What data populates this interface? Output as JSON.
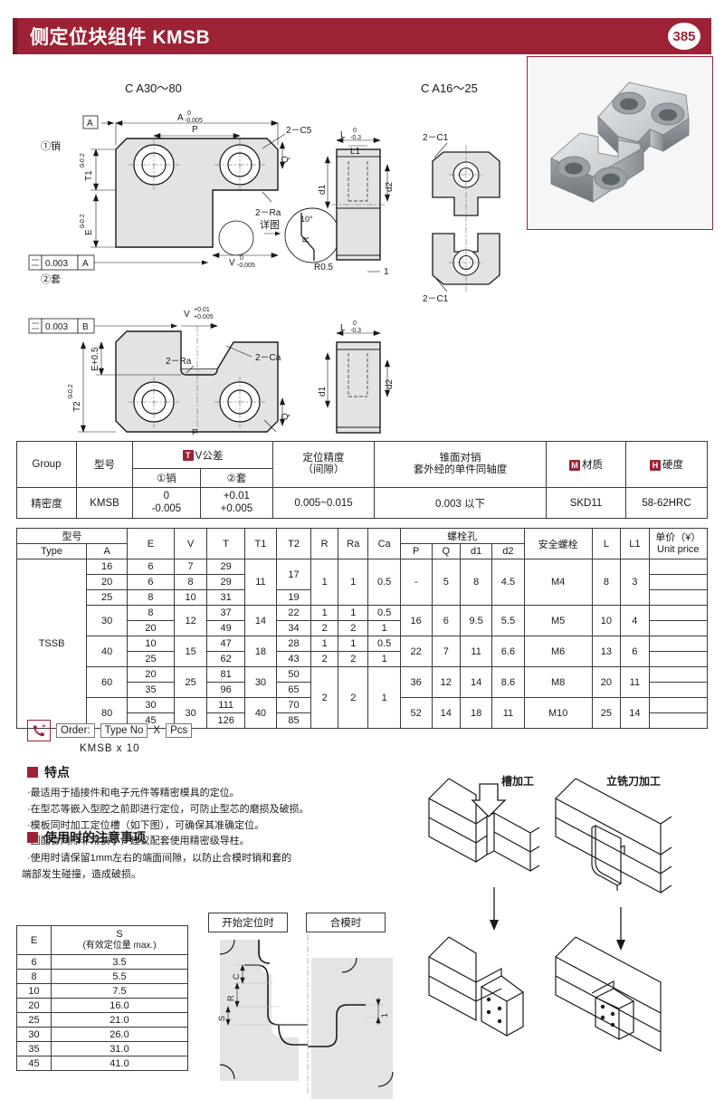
{
  "header": {
    "title": "侧定位块组件 KMSB",
    "page_number": "385"
  },
  "photo": {
    "alt_name": "kmsb-side-locating-block-pair"
  },
  "drawings": {
    "pin_label": "①销",
    "bush_label": "②套",
    "title_large": "C A30～80",
    "title_small": "C A16～25",
    "detail_label": "详图",
    "callouts": {
      "datum_a": "A",
      "datum_b": "B",
      "dim_a": "A",
      "dim_a_tol_top": "0",
      "dim_a_tol_bot": "-0.005",
      "dim_p": "P",
      "dim_t1": "T1",
      "dim_t1_tol_top": "0",
      "dim_t1_tol_bot": "-0.2",
      "dim_t2": "T2",
      "dim_t2_tol_top": "0",
      "dim_t2_tol_bot": "-0.2",
      "dim_e": "E",
      "dim_e_tol_top": "0",
      "dim_e_tol_bot": "-0.2",
      "dim_e_plus": "E+0.5",
      "dim_v_top": "V",
      "dim_v_top_tol_top": "0",
      "dim_v_top_tol_bot": "-0.005",
      "dim_v_bot": "V",
      "dim_v_bot_tol_top": "+0.01",
      "dim_v_bot_tol_bot": "+0.005",
      "chamfer_2c5": "2－C5",
      "chamfer_2c1": "2－C1",
      "chamfer_2ca": "2－Ca",
      "radius_2ra": "2－Ra",
      "dim_q": "Q",
      "dim_d1": "d1",
      "dim_d2": "d2",
      "dim_l": "L",
      "dim_l_tol_top": "0",
      "dim_l_tol_bot": "-0.3",
      "dim_l1": "L1",
      "dim_r": "R",
      "angle_10": "10°",
      "r05": "R0.5",
      "one": "1",
      "gtol_a_value": "0.003",
      "gtol_a_ref": "A",
      "gtol_b_value": "0.003",
      "gtol_b_ref": "B"
    }
  },
  "spec_table": {
    "headers": {
      "group": "Group",
      "model": "型号",
      "v_tol": "V公差",
      "v_tol_badge": "T",
      "v_tol_sub1": "①销",
      "v_tol_sub2": "②套",
      "accuracy_l1": "定位精度",
      "accuracy_l2": "（间隙）",
      "coax_l1": "锥面对销",
      "coax_l2": "套外经的单件同轴度",
      "material": "材质",
      "material_badge": "M",
      "hardness": "硬度",
      "hardness_badge": "H"
    },
    "row": {
      "group": "精密度",
      "model": "KMSB",
      "pin_tol_top": "0",
      "pin_tol_bot": "-0.005",
      "bush_tol_top": "+0.01",
      "bush_tol_bot": "+0.005",
      "accuracy": "0.005~0.015",
      "coax": "0.003 以下",
      "material": "SKD11",
      "hardness": "58-62HRC"
    }
  },
  "dim_table": {
    "headers": {
      "model_cn": "型号",
      "type": "Type",
      "a": "A",
      "e": "E",
      "v": "V",
      "t": "T",
      "t1": "T1",
      "t2": "T2",
      "r": "R",
      "ra": "Ra",
      "ca": "Ca",
      "bolt_hole": "螺栓孔",
      "p": "P",
      "q": "Q",
      "d1": "d1",
      "d2": "d2",
      "safety_bolt": "安全螺栓",
      "l": "L",
      "l1": "L1",
      "unit_price_cn": "单价（¥）",
      "unit_price_en": "Unit price"
    },
    "type_name": "TSSB",
    "rows": [
      {
        "a": "16",
        "e": "6",
        "v": "7",
        "t": "29",
        "t1": "11",
        "t2": "17",
        "r": "1",
        "ra": "1",
        "ca": "0.5",
        "p": "-",
        "q": "5",
        "d1": "8",
        "d2": "4.5",
        "bolt": "M4",
        "l": "8",
        "l1": "3"
      },
      {
        "a": "20",
        "e": "6",
        "v": "8",
        "t": "29",
        "t1": "11",
        "t2": "17",
        "r": "1",
        "ra": "1",
        "ca": "0.5",
        "p": "-",
        "q": "5",
        "d1": "8",
        "d2": "4.5",
        "bolt": "M4",
        "l": "8",
        "l1": "3"
      },
      {
        "a": "25",
        "e": "8",
        "v": "10",
        "t": "31",
        "t1": "11",
        "t2": "19",
        "r": "1",
        "ra": "1",
        "ca": "0.5",
        "p": "-",
        "q": "5",
        "d1": "8",
        "d2": "4.5",
        "bolt": "M4",
        "l": "8",
        "l1": "3"
      },
      {
        "a": "30",
        "e": "8",
        "v": "12",
        "t": "37",
        "t1": "14",
        "t2": "22",
        "r": "1",
        "ra": "1",
        "ca": "0.5",
        "p": "16",
        "q": "6",
        "d1": "9.5",
        "d2": "5.5",
        "bolt": "M5",
        "l": "10",
        "l1": "4"
      },
      {
        "a": "30",
        "e": "20",
        "v": "12",
        "t": "49",
        "t1": "14",
        "t2": "34",
        "r": "2",
        "ra": "2",
        "ca": "1",
        "p": "16",
        "q": "6",
        "d1": "9.5",
        "d2": "5.5",
        "bolt": "M5",
        "l": "10",
        "l1": "4"
      },
      {
        "a": "40",
        "e": "10",
        "v": "15",
        "t": "47",
        "t1": "18",
        "t2": "28",
        "r": "1",
        "ra": "1",
        "ca": "0.5",
        "p": "22",
        "q": "7",
        "d1": "11",
        "d2": "6.6",
        "bolt": "M6",
        "l": "13",
        "l1": "6"
      },
      {
        "a": "40",
        "e": "25",
        "v": "15",
        "t": "62",
        "t1": "18",
        "t2": "43",
        "r": "2",
        "ra": "2",
        "ca": "1",
        "p": "22",
        "q": "7",
        "d1": "11",
        "d2": "6.6",
        "bolt": "M6",
        "l": "13",
        "l1": "6"
      },
      {
        "a": "60",
        "e": "20",
        "v": "25",
        "t": "81",
        "t1": "30",
        "t2": "50",
        "r": "2",
        "ra": "2",
        "ca": "1",
        "p": "36",
        "q": "12",
        "d1": "14",
        "d2": "8.6",
        "bolt": "M8",
        "l": "20",
        "l1": "11"
      },
      {
        "a": "60",
        "e": "35",
        "v": "25",
        "t": "96",
        "t1": "30",
        "t2": "65",
        "r": "2",
        "ra": "2",
        "ca": "1",
        "p": "36",
        "q": "12",
        "d1": "14",
        "d2": "8.6",
        "bolt": "M8",
        "l": "20",
        "l1": "11"
      },
      {
        "a": "80",
        "e": "30",
        "v": "30",
        "t": "111",
        "t1": "40",
        "t2": "70",
        "r": "2",
        "ra": "2",
        "ca": "1",
        "p": "52",
        "q": "14",
        "d1": "18",
        "d2": "11",
        "bolt": "M10",
        "l": "25",
        "l1": "14"
      },
      {
        "a": "80",
        "e": "45",
        "v": "30",
        "t": "126",
        "t1": "40",
        "t2": "85",
        "r": "2",
        "ra": "2",
        "ca": "1",
        "p": "52",
        "q": "14",
        "d1": "18",
        "d2": "11",
        "bolt": "M10",
        "l": "25",
        "l1": "14"
      }
    ]
  },
  "order": {
    "icon": "phone-icon",
    "label": "Order:",
    "type_no": "Type No",
    "times": "X",
    "pcs": "Pcs",
    "example": "KMSB x 10"
  },
  "features": {
    "title": "特点",
    "items": [
      "·最适用于插接件和电子元件等精密模具的定位。",
      "·在型芯等嵌入型腔之前即进行定位，可防止型芯的磨损及破损。",
      "·模板同时加工定位槽（如下图），可确保其准确定位。",
      "·因配合间隙非常狭小，建议配套使用精密级导柱。"
    ]
  },
  "cautions": {
    "title": "使用时的注意事项",
    "text_line1": "·使用时请保留1mm左右的端面间隙，以防止合模时销和套的",
    "text_line2": "端部发生碰撞，造成破损。"
  },
  "s_table": {
    "header_e": "E",
    "header_s": "S",
    "header_s_sub": "(有效定位量 max.)",
    "rows": [
      {
        "e": "6",
        "s": "3.5"
      },
      {
        "e": "8",
        "s": "5.5"
      },
      {
        "e": "10",
        "s": "7.5"
      },
      {
        "e": "20",
        "s": "16.0"
      },
      {
        "e": "25",
        "s": "21.0"
      },
      {
        "e": "30",
        "s": "26.0"
      },
      {
        "e": "35",
        "s": "31.0"
      },
      {
        "e": "45",
        "s": "41.0"
      }
    ]
  },
  "position_diagram": {
    "cap_start": "开始定位时",
    "cap_closed": "合模时",
    "dim_c": "C",
    "dim_r": "R",
    "dim_s": "S",
    "dim_1": "1"
  },
  "machining": {
    "slot_label": "槽加工",
    "endmill_label": "立铣刀加工"
  },
  "colors": {
    "brand": "#9d2235",
    "line": "#1a1a1a",
    "fill": "#e3e3e3"
  }
}
